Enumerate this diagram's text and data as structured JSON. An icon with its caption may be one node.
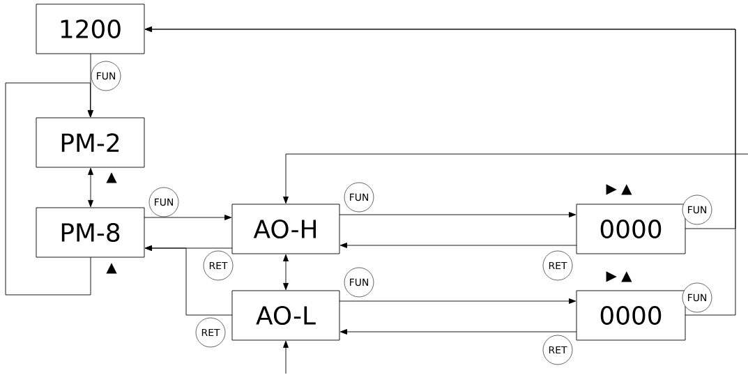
{
  "diagram": {
    "nodes": [
      {
        "text": [
          "1200"
        ]
      },
      {
        "text": [
          "PM-2"
        ]
      },
      {
        "text": [
          "PM-8"
        ]
      },
      {
        "text": [
          "AO-H"
        ]
      },
      {
        "text": [
          "AO-L"
        ]
      },
      {
        "text": [
          "0000"
        ],
        "beside": [
          "▶ ▲"
        ]
      },
      {
        "text": [
          "0000"
        ],
        "beside": [
          "▶ ▲"
        ]
      }
    ],
    "edges": [
      {
        "from": 0,
        "to": 1,
        "arrow": "to",
        "label": "FUN"
      },
      {
        "from": 1,
        "to": 2,
        "arrow": "both",
        "label": "▲"
      },
      {
        "from": 2,
        "to": 1,
        "arrow": "to",
        "label": "▲"
      },
      {
        "from": 2,
        "to": 3,
        "arrow": "to",
        "label": "FUN"
      },
      {
        "from": 3,
        "to": 2,
        "arrow": "to",
        "label": "RET"
      },
      {
        "from": 4,
        "to": 2,
        "arrow": "to",
        "label": "RET"
      },
      {
        "from": 3,
        "to": 4,
        "arrow": "both"
      },
      {
        "from": 3,
        "to": 5,
        "arrow": "to",
        "label": "FUN"
      },
      {
        "from": 5,
        "to": 3,
        "arrow": "to",
        "label": "RET"
      },
      {
        "from": 4,
        "to": 6,
        "arrow": "to",
        "label": "FUN"
      },
      {
        "from": 6,
        "to": 4,
        "arrow": "to",
        "label": "RET"
      },
      {
        "from": 5,
        "to": 0,
        "arrow": "to",
        "label": "FUN"
      },
      {
        "from": 6,
        "to": 0,
        "arrow": "to",
        "label": "FUN"
      },
      {
        "from": null,
        "to": 3,
        "arrow": "to"
      },
      {
        "from": null,
        "to": 4,
        "arrow": "to"
      }
    ]
  }
}
